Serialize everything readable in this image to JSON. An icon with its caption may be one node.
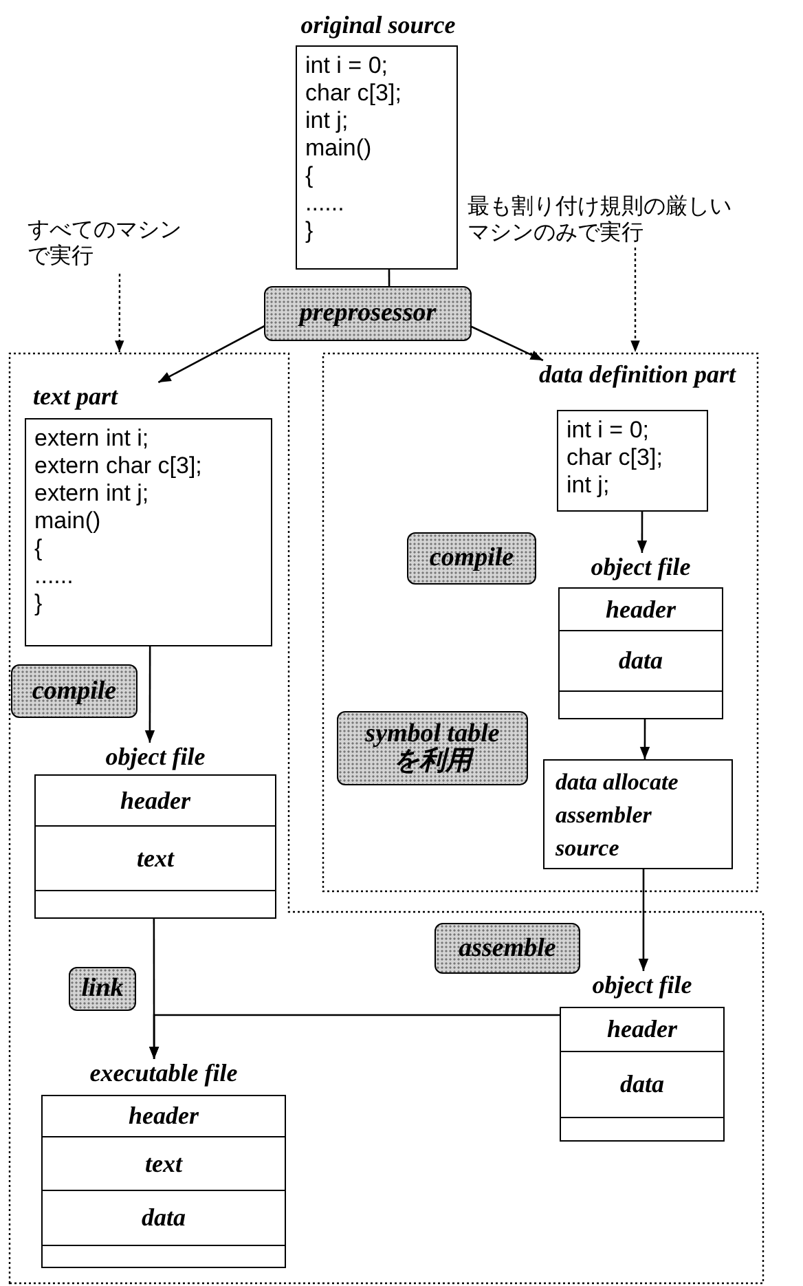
{
  "diagram": {
    "nodes": [
      {
        "text": [
          "original source",
          "int i = 0; char c[3]; int j; main() { ...... }"
        ]
      },
      {
        "text": [
          "すべてのマシンで実行"
        ]
      },
      {
        "text": [
          "最も割り付け規則の厳しいマシンのみで実行"
        ]
      },
      {
        "text": [
          "preprosessor"
        ]
      },
      {
        "text": [],
        "shape": "box"
      },
      {
        "text": [],
        "shape": "box"
      },
      {
        "text": [
          "text part",
          "extern int i; extern char c[3]; extern int j; main() { ...... }"
        ],
        "in": 4
      },
      {
        "text": [
          "compile"
        ],
        "in": 4
      },
      {
        "text": [
          "object file",
          "header",
          "text"
        ],
        "in": 4
      },
      {
        "text": [
          "data definition part",
          "int i = 0; char c[3]; int j;"
        ],
        "in": 5
      },
      {
        "text": [
          "compile"
        ],
        "in": 5
      },
      {
        "text": [
          "object file",
          "header",
          "data"
        ],
        "in": 5
      },
      {
        "text": [
          "symbol table を利用"
        ],
        "in": 5
      },
      {
        "text": [
          "data allocate assembler source"
        ],
        "in": 5
      },
      {
        "text": [
          "assemble"
        ],
        "in": 4
      },
      {
        "text": [
          "link"
        ],
        "in": 4
      },
      {
        "text": [
          "object file",
          "header",
          "data"
        ],
        "in": 4
      },
      {
        "text": [
          "executable file",
          "header",
          "text",
          "data"
        ],
        "in": 4
      }
    ],
    "edges": [
      {
        "from": 0,
        "to": 3,
        "arrow": "none"
      },
      {
        "from": 3,
        "to": 6,
        "arrow": "to"
      },
      {
        "from": 3,
        "to": 9,
        "arrow": "to"
      },
      {
        "from": 1,
        "to": 4,
        "arrow": "to",
        "style": "dashed"
      },
      {
        "from": 2,
        "to": 5,
        "arrow": "to",
        "style": "dashed"
      },
      {
        "from": 6,
        "to": 8,
        "arrow": "to"
      },
      {
        "from": 9,
        "to": 11,
        "arrow": "to"
      },
      {
        "from": 11,
        "to": 13,
        "arrow": "to"
      },
      {
        "from": 13,
        "to": 16,
        "arrow": "to"
      },
      {
        "from": 8,
        "to": 17,
        "arrow": "to"
      },
      {
        "from": 16,
        "to": 17,
        "arrow": "to"
      }
    ]
  }
}
